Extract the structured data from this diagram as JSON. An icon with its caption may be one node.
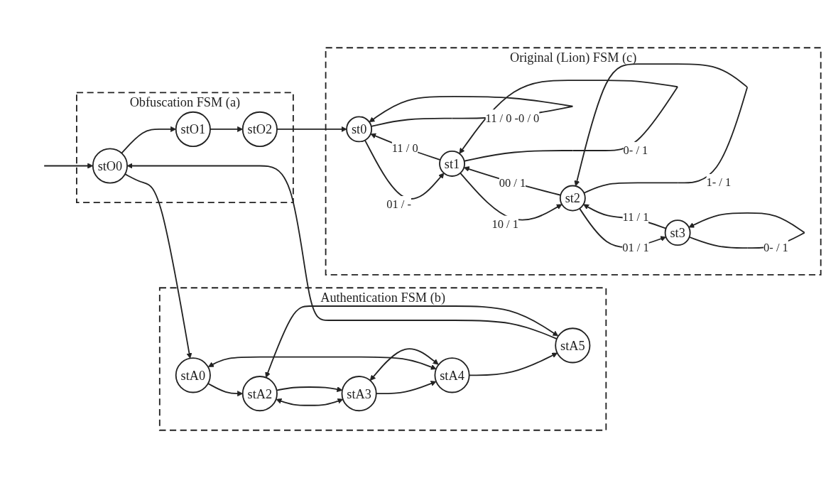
{
  "diagram": {
    "nodes": [
      {
        "text": [
          "Obfuscation FSM (a)"
        ]
      },
      {
        "text": [
          "stO2"
        ],
        "in": 0
      },
      {
        "text": [
          "stO1"
        ],
        "in": 0
      },
      {
        "text": [
          "stO0"
        ],
        "in": 0
      },
      {
        "text": [
          "Authentication FSM (b)"
        ]
      },
      {
        "text": [
          "stA5"
        ],
        "in": 4
      },
      {
        "text": [
          "stA4"
        ],
        "in": 4
      },
      {
        "text": [
          "stA3"
        ],
        "in": 4
      },
      {
        "text": [
          "stA0"
        ],
        "in": 4
      },
      {
        "text": [
          "stA2"
        ],
        "in": 4
      },
      {
        "text": [
          "Original (Lion) FSM (c)"
        ]
      },
      {
        "text": [
          "st0"
        ],
        "in": 10
      },
      {
        "text": [
          "st1"
        ],
        "in": 10
      },
      {
        "text": [
          "st2"
        ],
        "in": 10
      },
      {
        "text": [
          "st3"
        ],
        "in": 10
      }
    ],
    "edges": [
      {
        "from": null,
        "to": 3,
        "arrow": "to"
      },
      {
        "from": 3,
        "to": 2,
        "arrow": "to"
      },
      {
        "from": 2,
        "to": 1,
        "arrow": "to"
      },
      {
        "from": 3,
        "to": 8,
        "arrow": "to"
      },
      {
        "from": 5,
        "to": 3,
        "arrow": "to"
      },
      {
        "from": 6,
        "to": 5,
        "arrow": "to"
      },
      {
        "from": 7,
        "to": 6,
        "arrow": "to"
      },
      {
        "from": 6,
        "to": 7,
        "arrow": "both"
      },
      {
        "from": 9,
        "to": 7,
        "arrow": "both"
      },
      {
        "from": 9,
        "to": 7,
        "arrow": "to"
      },
      {
        "from": 8,
        "to": 9,
        "arrow": "to"
      },
      {
        "from": 5,
        "to": 9,
        "arrow": "both"
      },
      {
        "from": 8,
        "to": 6,
        "arrow": "both"
      },
      {
        "from": 1,
        "to": 11,
        "arrow": "to"
      },
      {
        "from": 11,
        "to": 11,
        "arrow": "to",
        "label": "11 / 0 -0 / 0"
      },
      {
        "from": 11,
        "to": 12,
        "arrow": "to",
        "label": "01 / -"
      },
      {
        "from": 12,
        "to": 11,
        "arrow": "to",
        "label": "11 / 0"
      },
      {
        "from": 12,
        "to": 12,
        "arrow": "to",
        "label": "0- / 1"
      },
      {
        "from": 12,
        "to": 13,
        "arrow": "to",
        "label": "10 / 1"
      },
      {
        "from": 13,
        "to": 12,
        "arrow": "to",
        "label": "00 / 1"
      },
      {
        "from": 13,
        "to": 13,
        "arrow": "to",
        "label": "1- / 1"
      },
      {
        "from": 13,
        "to": 14,
        "arrow": "to",
        "label": "01 / 1"
      },
      {
        "from": 14,
        "to": 13,
        "arrow": "to",
        "label": "11 / 1"
      },
      {
        "from": 14,
        "to": 14,
        "arrow": "to",
        "label": "0- / 1"
      }
    ]
  }
}
